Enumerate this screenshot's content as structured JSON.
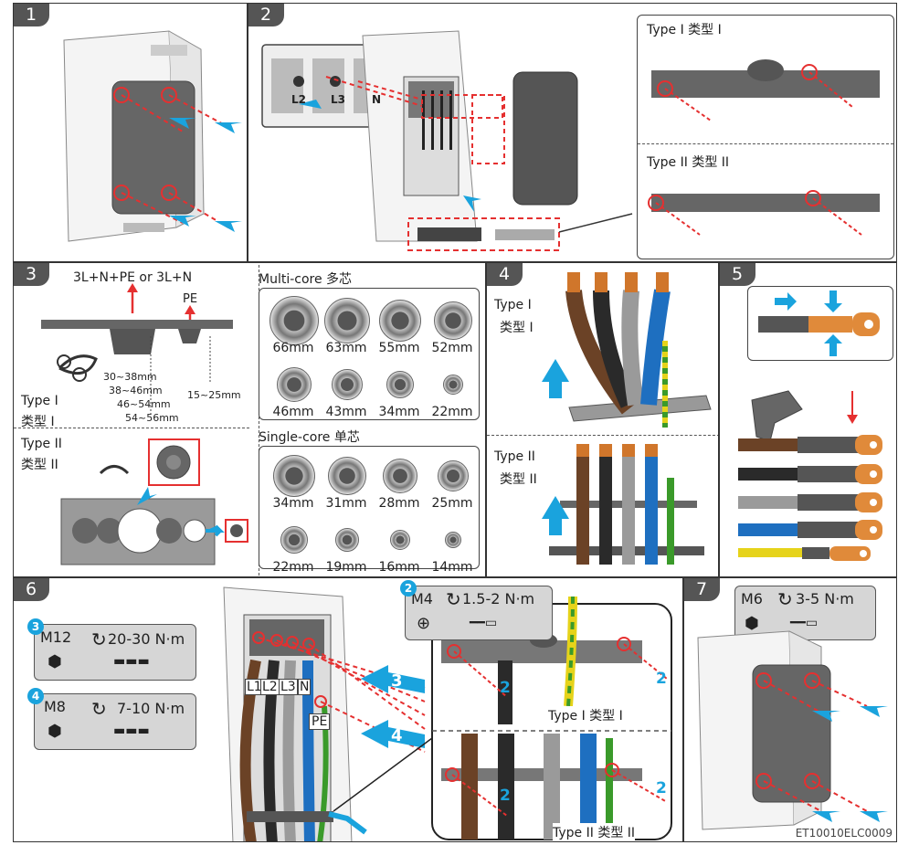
{
  "steps": [
    "1",
    "2",
    "3",
    "4",
    "5",
    "6",
    "7"
  ],
  "panel2": {
    "type1": "Type I 类型 I",
    "type2": "Type II 类型 II",
    "terms": [
      "L2",
      "L3",
      "N"
    ]
  },
  "panel3": {
    "top": "3L+N+PE or 3L+N",
    "pe": "PE",
    "type1_a": "Type I",
    "type1_b": "类型 I",
    "type2_a": "Type II",
    "type2_b": "类型 II",
    "r1": "30~38mm",
    "r2": "38~46mm",
    "r3": "46~54mm",
    "r4": "54~56mm",
    "r5": "15~25mm",
    "multi_title": "Multi-core 多芯",
    "multi": [
      "66mm",
      "63mm",
      "55mm",
      "52mm",
      "46mm",
      "43mm",
      "34mm",
      "22mm"
    ],
    "single_title": "Single-core 单芯",
    "single": [
      "34mm",
      "31mm",
      "28mm",
      "25mm",
      "22mm",
      "19mm",
      "16mm",
      "14mm"
    ]
  },
  "panel4": {
    "t1a": "Type I",
    "t1b": "类型 I",
    "t2a": "Type II",
    "t2b": "类型 II"
  },
  "panel6": {
    "m12": "M12",
    "t12": "20-30 N·m",
    "n3": "3",
    "m8": "M8",
    "t8": "7-10 N·m",
    "n4": "4",
    "m4": "M4",
    "t4": "1.5-2 N·m",
    "n2": "2",
    "terms": [
      "L1",
      "L2",
      "L3",
      "N"
    ],
    "pe": "PE",
    "big3": "3",
    "big4": "4",
    "big2": "2",
    "type1": "Type I 类型 I",
    "type2": "Type II 类型 II"
  },
  "panel7": {
    "m6": "M6",
    "t6": "3-5 N·m"
  },
  "code": "ET10010ELC0009",
  "colors": {
    "accent": "#1aa3dd",
    "red": "#e53030",
    "brown": "#6b4226",
    "blue": "#1e6fc0",
    "grey": "#9a9a9a",
    "black": "#2a2a2a",
    "copper": "#d0762b"
  }
}
